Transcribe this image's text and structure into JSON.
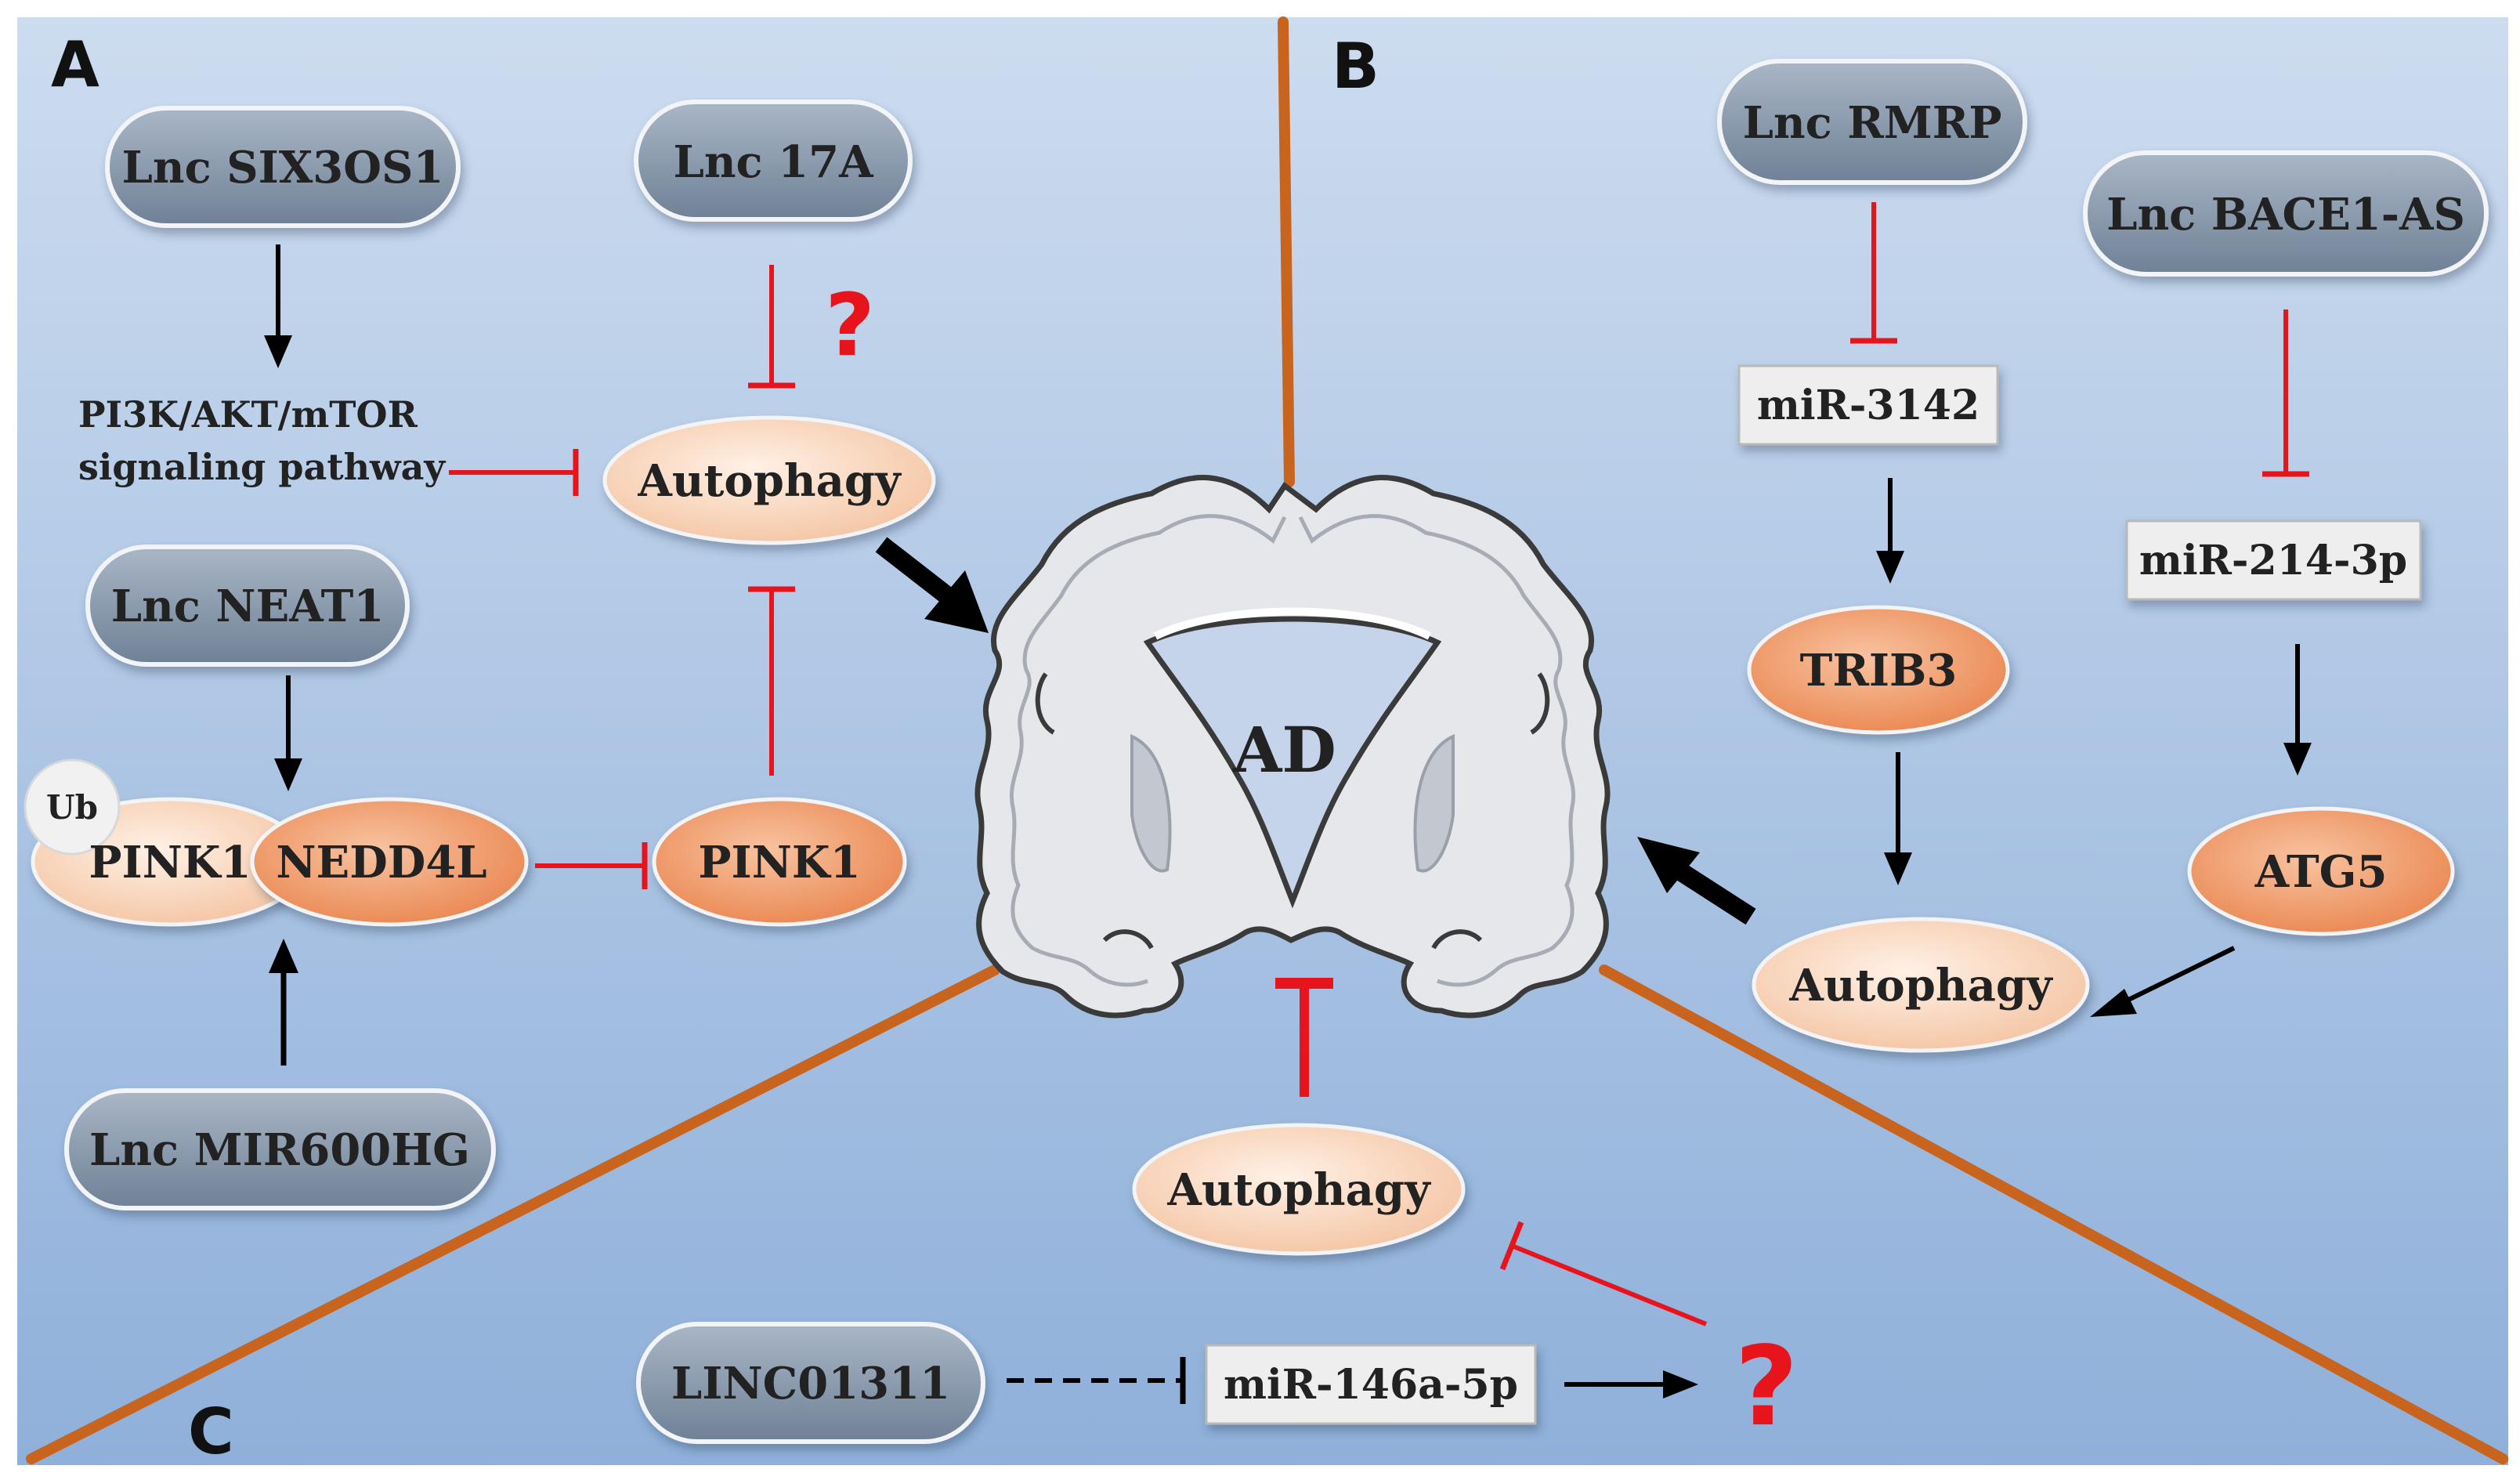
{
  "panels": {
    "a": "A",
    "b": "B",
    "c": "C"
  },
  "center_label": "AD",
  "panel_a": {
    "lnc_six3os1": "Lnc SIX3OS1",
    "lnc_17a": "Lnc 17A",
    "question_mark": "?",
    "pathway_line1": "PI3K/AKT/mTOR",
    "pathway_line2": "signaling pathway",
    "autophagy": "Autophagy",
    "lnc_neat1": "Lnc NEAT1",
    "ub": "Ub",
    "pink1_complex": "PINK1",
    "nedd4l": "NEDD4L",
    "pink1": "PINK1",
    "lnc_mir600hg": "Lnc MIR600HG"
  },
  "panel_b": {
    "lnc_rmrp": "Lnc RMRP",
    "lnc_bace1_as": "Lnc BACE1-AS",
    "mir_3142": "miR-3142",
    "mir_214_3p": "miR-214-3p",
    "trib3": "TRIB3",
    "atg5": "ATG5",
    "autophagy": "Autophagy"
  },
  "panel_c": {
    "autophagy": "Autophagy",
    "linc01311": "LINC01311",
    "mir_146a_5p": "miR-146a-5p",
    "question_mark": "?"
  },
  "colors": {
    "background_top": "#cddcef",
    "background_bottom": "#8fb0da",
    "divider": "#c8641e",
    "inhibit": "#e8141c",
    "lnc_fill": "#8a9bb0",
    "peach_fill": "#f8d6be",
    "orange_fill": "#f1a072"
  }
}
